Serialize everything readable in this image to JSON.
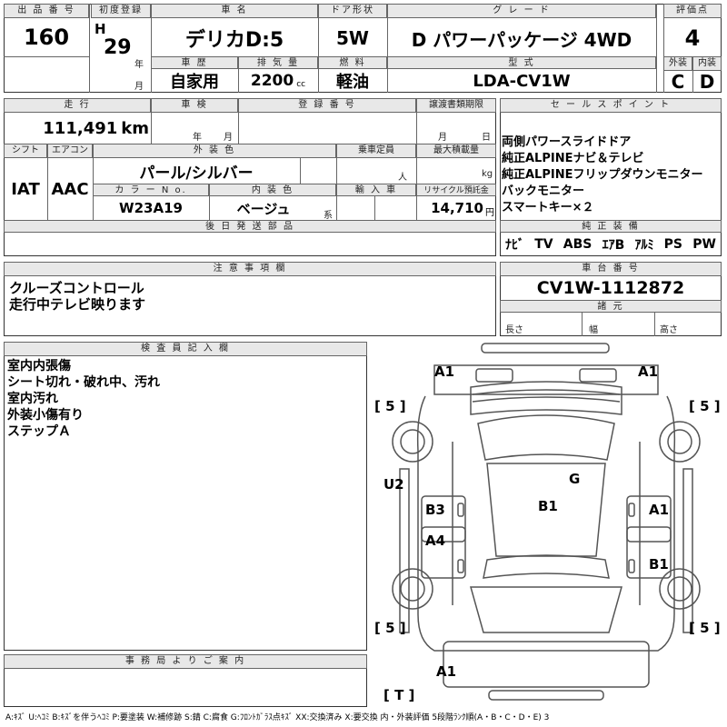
{
  "header": {
    "lot_label": "出 品 番 号",
    "lot_value": "160",
    "reg_label": "初度登録",
    "era": "H",
    "year": "29",
    "year_unit": "年",
    "month_unit": "月",
    "name_label": "車  名",
    "name_value": "デリカD:5",
    "door_label": "ドア形状",
    "door_value": "5W",
    "grade_label": "グ レ ー ド",
    "grade_value": "D パワーパッケージ 4WD",
    "score_label": "評価点",
    "score_value": "4",
    "history_label": "車 歴",
    "history_value": "自家用",
    "displacement_label": "排 気 量",
    "displacement_value": "2200",
    "displacement_unit": "cc",
    "fuel_label": "燃 料",
    "fuel_value": "軽油",
    "model_label": "型 式",
    "model_value": "LDA-CV1W",
    "exterior_label": "外装",
    "exterior_value": "C",
    "interior_label": "内装",
    "interior_value": "D"
  },
  "row2": {
    "mileage_label": "走 行",
    "mileage_value": "111,491",
    "mileage_unit": "km",
    "inspection_label": "車 検",
    "inspection_year_unit": "年",
    "inspection_month_unit": "月",
    "plate_label": "登 録 番 号",
    "transfer_label": "譲渡書類期限",
    "transfer_month_unit": "月",
    "transfer_day_unit": "日"
  },
  "row3": {
    "shift_label": "シフト",
    "shift_value": "IAT",
    "ac_label": "エアコン",
    "ac_value": "AAC",
    "color_label": "外 装 色",
    "color_value": "パール/シルバー",
    "capacity_label": "乗車定員",
    "capacity_unit": "人",
    "load_label": "最大積載量",
    "load_unit": "kg",
    "color_no_label": "カ ラ ー N o.",
    "color_no_value": "W23A19",
    "interior_color_label": "内 装 色",
    "interior_color_value": "ベージュ",
    "interior_color_suffix": "系",
    "import_label": "輸 入 車",
    "recycle_label": "リサイクル預託金",
    "recycle_value": "14,710",
    "recycle_unit": "円"
  },
  "later_parts": {
    "label": "後 日 発 送 部 品"
  },
  "sales": {
    "label": "セ ー ル ス ポ イ ン ト",
    "lines": [
      "両側パワースライドドア",
      "純正ALPINEナビ＆テレビ",
      "純正ALPINEフリップダウンモニター",
      "バックモニター",
      "スマートキー×２"
    ]
  },
  "equipment": {
    "label": "純 正 装 備",
    "items": [
      "ﾅﾋﾞ",
      "TV",
      "ABS",
      "ｴｱB",
      "ｱﾙﾐ",
      "PS",
      "PW"
    ]
  },
  "notes": {
    "label": "注 意 事 項 欄",
    "lines": [
      "クルーズコントロール",
      "走行中テレビ映ります"
    ]
  },
  "chassis": {
    "label": "車 台 番 号",
    "value": "CV1W-1112872",
    "dims_label": "諸 元",
    "length_label": "長さ",
    "width_label": "幅",
    "height_label": "高さ"
  },
  "inspector": {
    "label": "検 査 員 記 入 欄",
    "lines": [
      "室内内張傷",
      "シート切れ・破れ中、汚れ",
      "室内汚れ",
      "外装小傷有り",
      "ステップＡ"
    ]
  },
  "office": {
    "label": "事 務 局 よ り ご 案 内"
  },
  "diagram": {
    "marks": {
      "front_left": "A1",
      "front_right": "A1",
      "wheel_fl": "5",
      "wheel_fr": "5",
      "wheel_rl": "5",
      "wheel_rr": "5",
      "left_pillar": "U2",
      "roof": "G",
      "center": "B1",
      "left_front_door": "B3",
      "right_front_door": "A1",
      "left_rear_door": "A4",
      "right_rear_door": "B1",
      "rear_bumper": "A1",
      "tire": "T"
    }
  },
  "legend": "A:ｷｽﾞ U:ﾍｺﾐ B:ｷｽﾞを伴うﾍｺﾐ P:要塗装 W:補修跡 S:錆 C:腐食 G:ﾌﾛﾝﾄｶﾞﾗｽ点ｷｽﾞ XX:交換済み X:要交換  内・外装評価 5段階ﾗﾝｸ順(A・B・C・D・E) 3"
}
